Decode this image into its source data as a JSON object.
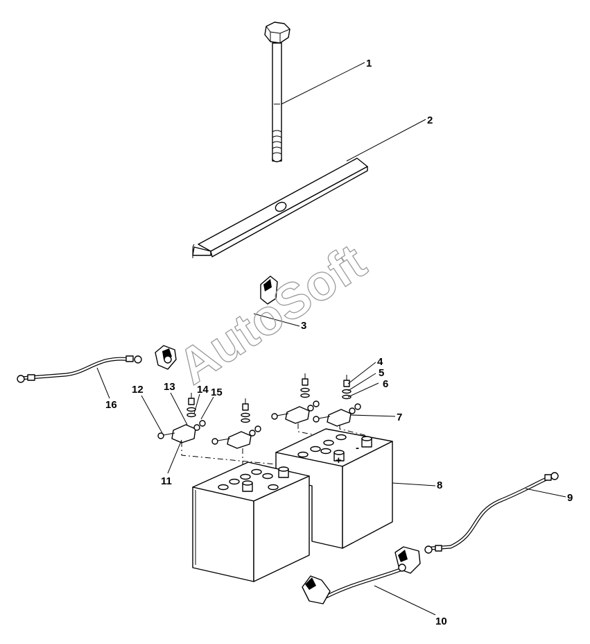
{
  "watermark": "AutoSoft",
  "callouts": [
    {
      "id": "1",
      "text": "1"
    },
    {
      "id": "2",
      "text": "2"
    },
    {
      "id": "3",
      "text": "3"
    },
    {
      "id": "4",
      "text": "4"
    },
    {
      "id": "5",
      "text": "5"
    },
    {
      "id": "6",
      "text": "6"
    },
    {
      "id": "7",
      "text": "7"
    },
    {
      "id": "8",
      "text": "8"
    },
    {
      "id": "9",
      "text": "9"
    },
    {
      "id": "10",
      "text": "10"
    },
    {
      "id": "11",
      "text": "11"
    },
    {
      "id": "12",
      "text": "12"
    },
    {
      "id": "13",
      "text": "13"
    },
    {
      "id": "14",
      "text": "14"
    },
    {
      "id": "15",
      "text": "15"
    },
    {
      "id": "16",
      "text": "16"
    }
  ],
  "terminal_marks": {
    "plus": "+",
    "minus": "-"
  },
  "colors": {
    "line": "#000000",
    "watermark": "#9a9a9a",
    "background": "#ffffff"
  }
}
